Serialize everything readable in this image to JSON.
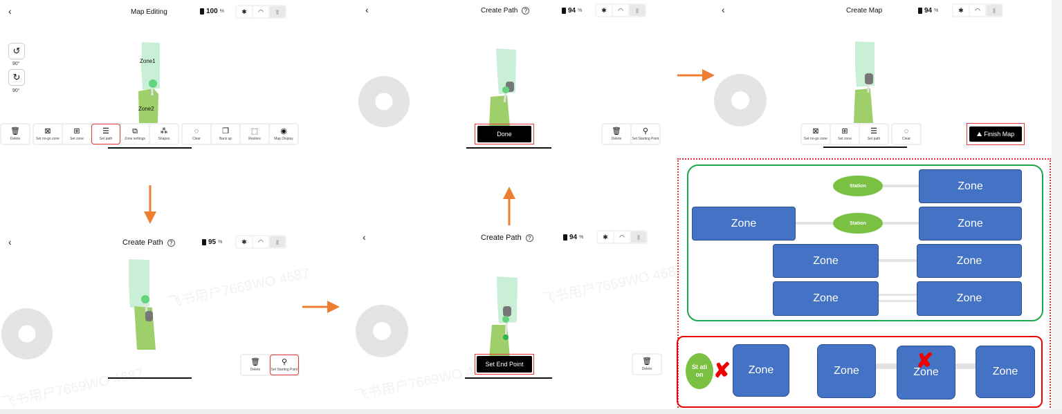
{
  "panel1": {
    "title": "Map Editing",
    "battery": "100",
    "battery_unit": "%",
    "rotate_labels": [
      "90°",
      "90°"
    ],
    "zones": [
      "Zone1",
      "Zone2"
    ],
    "toolbar_groups": [
      [
        {
          "icon": "trash",
          "label": "Delete"
        }
      ],
      [
        {
          "icon": "no-go",
          "label": "Set no-go zone"
        },
        {
          "icon": "zone",
          "label": "Set zone"
        },
        {
          "icon": "path",
          "label": "Set path"
        },
        {
          "icon": "settings",
          "label": "Zone settings"
        },
        {
          "icon": "shapes",
          "label": "Shapes"
        }
      ],
      [
        {
          "icon": "clear",
          "label": "Clear"
        },
        {
          "icon": "backup",
          "label": "Back up"
        },
        {
          "icon": "restore",
          "label": "Restore"
        },
        {
          "icon": "eye",
          "label": "Map Display"
        }
      ]
    ]
  },
  "panel2": {
    "title": "Create Path",
    "battery": "94",
    "battery_unit": "%",
    "done_label": "Done"
  },
  "panel3": {
    "title": "Create Map",
    "battery": "94",
    "battery_unit": "%",
    "toolbar": [
      {
        "icon": "no-go",
        "label": "Set no-go zone"
      },
      {
        "icon": "zone",
        "label": "Set zone"
      },
      {
        "icon": "path",
        "label": "Set path"
      },
      {
        "icon": "clear",
        "label": "Clear"
      }
    ],
    "finish_label": "Finish Map"
  },
  "panel4": {
    "title": "Create Path",
    "battery": "95",
    "battery_unit": "%",
    "buttons": [
      {
        "icon": "trash",
        "label": "Delete"
      },
      {
        "icon": "pin",
        "label": "Set Starting Point"
      }
    ]
  },
  "panel5": {
    "title": "Create Path",
    "battery": "94",
    "battery_unit": "%",
    "set_end_label": "Set End Point"
  },
  "panel6": {
    "delete_label": "Delete"
  },
  "p2_buttons": [
    {
      "icon": "trash",
      "label": "Delete"
    },
    {
      "icon": "pin",
      "label": "Set Starting Point"
    }
  ],
  "diagram_good": {
    "stations": [
      "Station",
      "Station"
    ],
    "zones": [
      "Zone",
      "Zone",
      "Zone",
      "Zone",
      "Zone",
      "Zone",
      "Zone"
    ]
  },
  "diagram_bad": {
    "station": "St ati on",
    "zones": [
      "Zone",
      "Zone",
      "Zone",
      "Zone"
    ]
  },
  "watermark": "飞书用户7669WO 4687",
  "colors": {
    "zone_blue": "#4472c4",
    "station_green": "#7ac143",
    "highlight_red": "#e53935",
    "arrow_orange": "#ed7d31",
    "good_green": "#1aa84a"
  }
}
